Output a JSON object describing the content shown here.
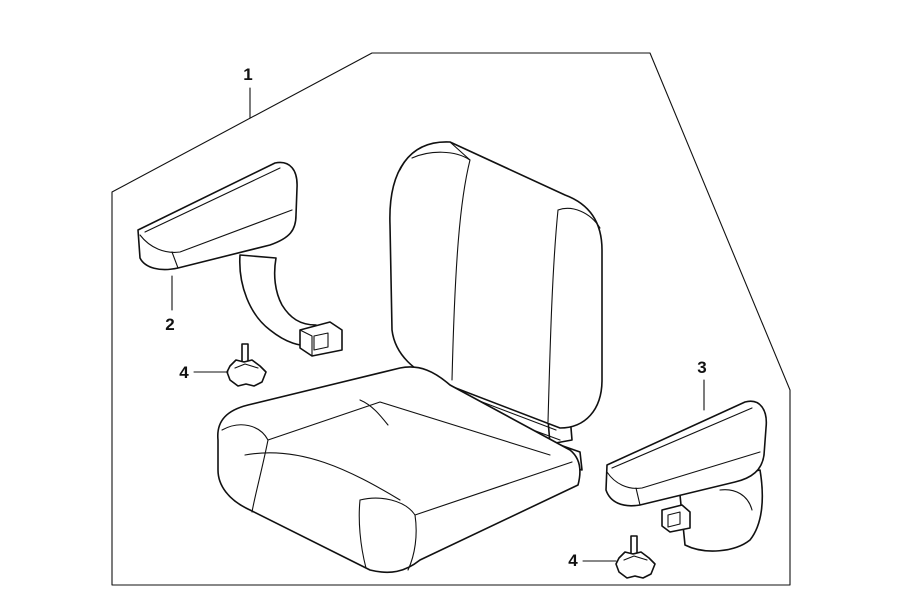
{
  "callouts": {
    "kit": "1",
    "left_armrest": "2",
    "right_armrest": "3",
    "knob_left": "4",
    "knob_right": "4"
  }
}
